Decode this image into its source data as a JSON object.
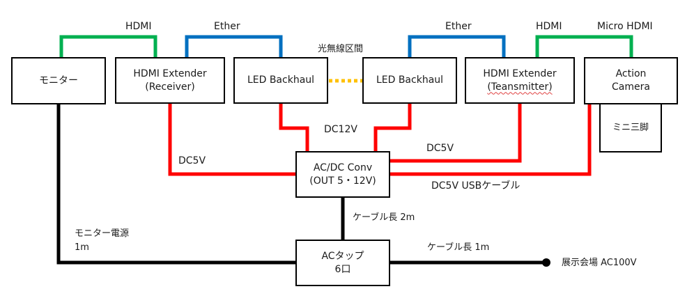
{
  "colors": {
    "hdmi": "#00b050",
    "ether": "#0070c0",
    "power_dc": "#ff0000",
    "power_ac": "#000000",
    "wireless": "#ffc000"
  },
  "nodes": {
    "monitor": "モニター",
    "hdmi_rx_line1": "HDMI Extender",
    "hdmi_rx_line2": "(Receiver)",
    "led_left": "LED Backhaul",
    "led_right": "LED Backhaul",
    "hdmi_tx_line1": "HDMI Extender",
    "hdmi_tx_line2": "(Teansmitter)",
    "camera_line1": "Action",
    "camera_line2": "Camera",
    "tripod": "ミニ三脚",
    "acdc_line1": "AC/DC Conv",
    "acdc_line2": "(OUT 5・12V)",
    "actap_line1": "ACタップ",
    "actap_line2": "6口"
  },
  "labels": {
    "hdmi_left": "HDMI",
    "ether_left": "Ether",
    "wireless": "光無線区間",
    "ether_right": "Ether",
    "hdmi_right": "HDMI",
    "micro_hdmi": "Micro HDMI",
    "dc12v": "DC12V",
    "dc5v_left": "DC5V",
    "dc5v_right": "DC5V",
    "dc5v_usb": "DC5V USBケーブル",
    "cable_2m": "ケーブル長 2m",
    "monitor_power_line1": "モニター電源",
    "monitor_power_line2": "1m",
    "cable_1m": "ケーブル長 1m",
    "venue_power": "展示会場 AC100V"
  }
}
